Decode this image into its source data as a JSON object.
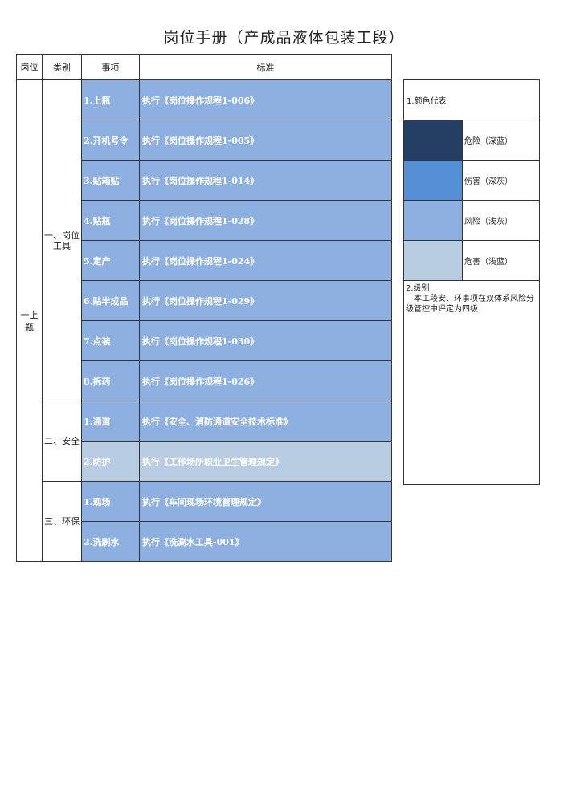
{
  "title": "岗位手册（产成品液体包装工段）",
  "table": {
    "headers": {
      "post": "岗位",
      "category": "类别",
      "item": "事项",
      "standard": "标准"
    },
    "post_label": "一上瓶",
    "categories": [
      {
        "label": "一、岗位工具",
        "rows": [
          {
            "item": "1.上瓶",
            "standard": "执行《岗位操作规程1-006》",
            "color": "#8db0e0"
          },
          {
            "item": "2.开机号令",
            "standard": "执行《岗位操作规程1-005》",
            "color": "#8db0e0"
          },
          {
            "item": "3.贴箱贴",
            "standard": "执行《岗位操作规程1-014》",
            "color": "#8db0e0"
          },
          {
            "item": "4.贴瓶",
            "standard": "执行《岗位操作规程1-028》",
            "color": "#8db0e0"
          },
          {
            "item": "5.定产",
            "standard": "执行《岗位操作规程1-024》",
            "color": "#8db0e0"
          },
          {
            "item": "6.贴半成品",
            "standard": "执行《岗位操作规程1-029》",
            "color": "#8db0e0"
          },
          {
            "item": "7.点装",
            "standard": "执行《岗位操作规程1-030》",
            "color": "#8db0e0"
          },
          {
            "item": "8.拆药",
            "standard": "执行《岗位操作规程1-026》",
            "color": "#8db0e0"
          }
        ]
      },
      {
        "label": "二、安全",
        "rows": [
          {
            "item": "1.通道",
            "standard": "执行《安全、消防通道安全技术标准》",
            "color": "#8db0e0"
          },
          {
            "item": "2.防护",
            "standard": "执行《工作场所职业卫生管理规定》",
            "color": "#b9cde2"
          }
        ]
      },
      {
        "label": "三、环保",
        "rows": [
          {
            "item": "1.现场",
            "standard": "执行《车间现场环境管理规定》",
            "color": "#8db0e0"
          },
          {
            "item": "2.洗刷水",
            "standard": "执行《洗涮水工具-001》",
            "color": "#8db0e0"
          }
        ]
      }
    ]
  },
  "legend": {
    "title": "1.颜色代表",
    "entries": [
      {
        "label": "危险（深蓝）",
        "color": "#243f66"
      },
      {
        "label": "伤害（深灰）",
        "color": "#5590d6"
      },
      {
        "label": "风险（浅灰）",
        "color": "#8db0e0"
      },
      {
        "label": "危害（浅蓝）",
        "color": "#b9cde2"
      }
    ],
    "note_title": "2.级别",
    "note_body": "本工段安、环事项在双体系风险分级管控中评定为四级"
  }
}
